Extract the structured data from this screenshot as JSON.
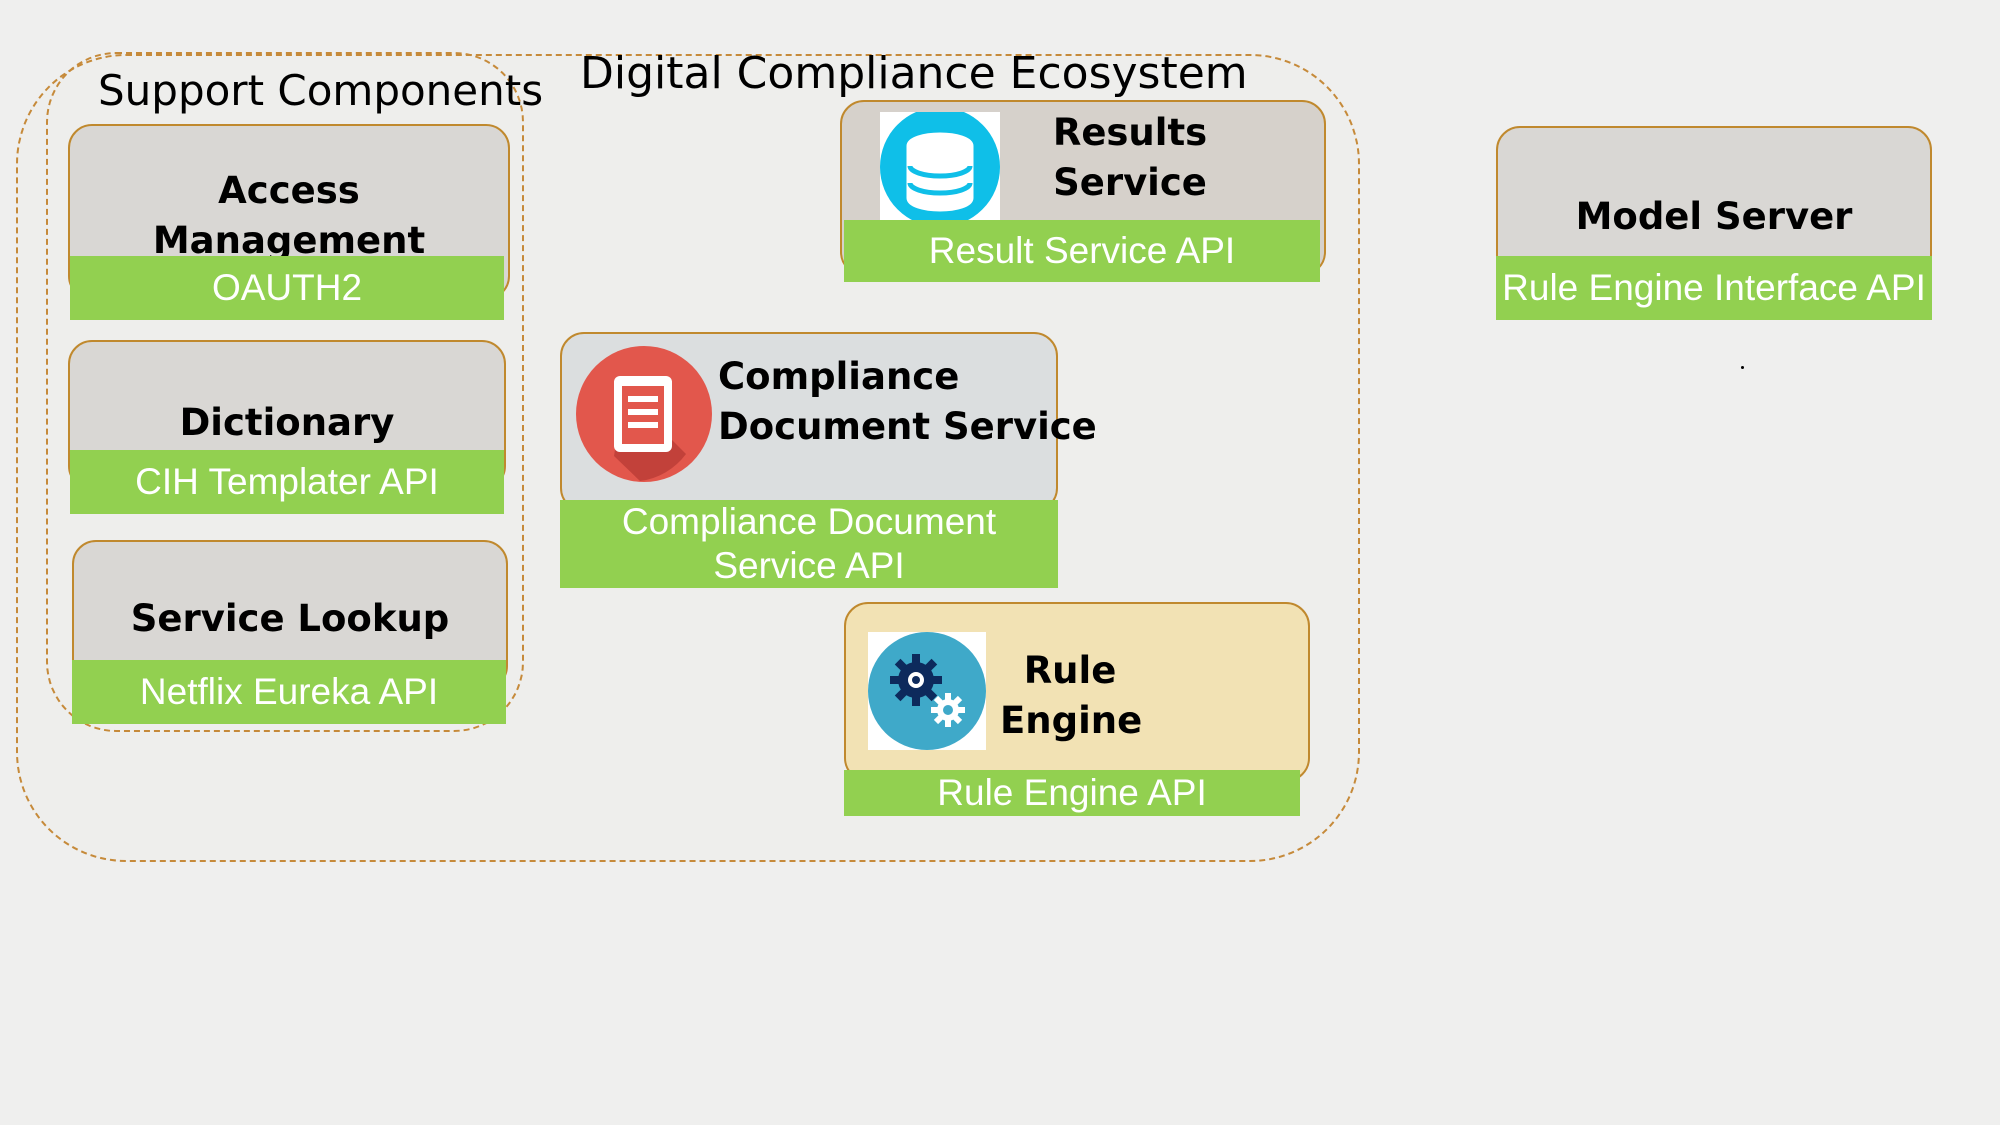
{
  "diagram": {
    "title": "Digital Compliance Ecosystem",
    "support_title": "Support Components",
    "support": [
      {
        "name": "Access Management",
        "name_line1": "Access",
        "name_line2": "Management",
        "api": "OAUTH2"
      },
      {
        "name": "Dictionary",
        "api": "CIH Templater API"
      },
      {
        "name": "Service Lookup",
        "api": "Netflix Eureka API"
      }
    ],
    "results_service": {
      "name_line1": "Results",
      "name_line2": "Service",
      "api": "Result Service API",
      "icon": "database-icon"
    },
    "compliance_service": {
      "name_line1": "Compliance",
      "name_line2": "Document Service",
      "api_line1": "Compliance Document",
      "api_line2": "Service API",
      "icon": "document-icon"
    },
    "rule_engine": {
      "name_line1": "Rule",
      "name_line2": "Engine",
      "api": "Rule Engine API",
      "icon": "gears-icon"
    },
    "model_server": {
      "name": "Model Server",
      "api": "Rule Engine Interface API"
    }
  },
  "colors": {
    "api_green": "#92d050",
    "border_orange": "#c0892e",
    "box_gray": "#d9d7d4",
    "rule_engine_bg": "#f2e2b4",
    "compliance_box_bg": "#dbdedf",
    "db_blue": "#0fbfe8",
    "doc_red": "#e2574c",
    "gear_blue": "#3fa9c9"
  }
}
